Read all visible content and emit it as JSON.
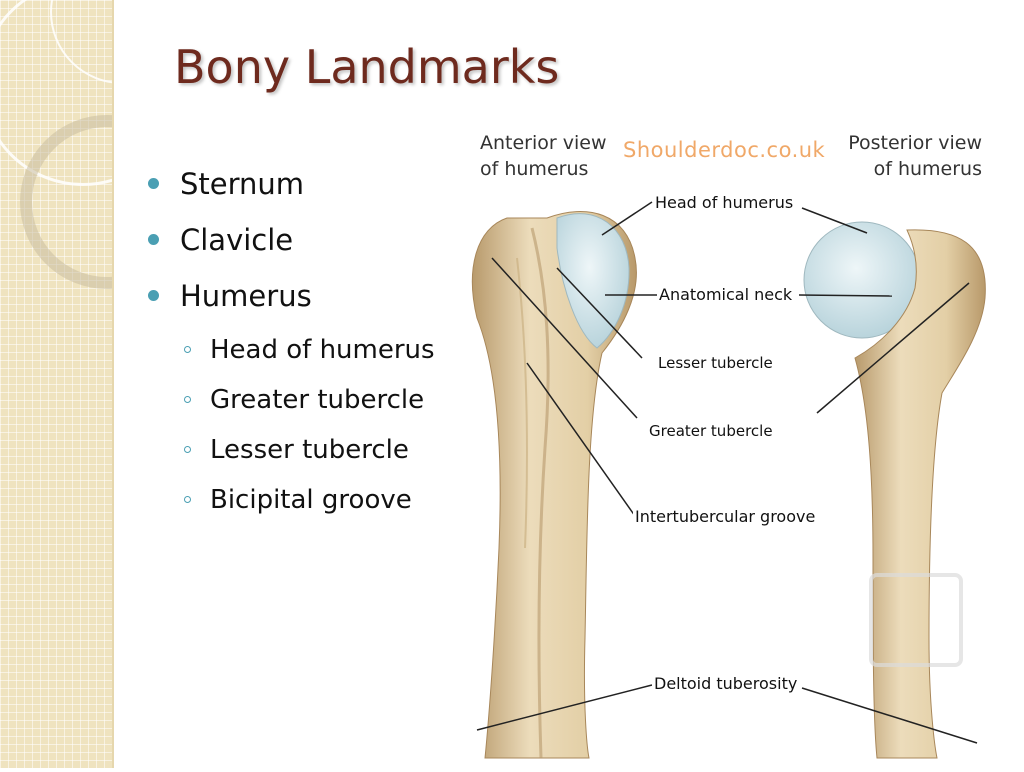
{
  "slide": {
    "title": "Bony Landmarks",
    "bullets": [
      "Sternum",
      "Clavicle",
      "Humerus"
    ],
    "sub_bullets": [
      "Head of humerus",
      "Greater tubercle",
      "Lesser tubercle",
      "Bicipital groove"
    ]
  },
  "figure": {
    "anterior_line1": "Anterior view",
    "anterior_line2": "of humerus",
    "posterior_line1": "Posterior view",
    "posterior_line2": "of humerus",
    "watermark": "Shoulderdoc.co.uk",
    "labels": {
      "head": "Head of humerus",
      "neck": "Anatomical neck",
      "lesser": "Lesser tubercle",
      "greater": "Greater tubercle",
      "groove": "Intertubercular groove",
      "deltoid": "Deltoid tuberosity"
    },
    "colors": {
      "bone": "#e6d3ae",
      "bone_shade": "#c9ae80",
      "cartilage": "#cfe3e8",
      "watermark": "#f0a868"
    }
  }
}
